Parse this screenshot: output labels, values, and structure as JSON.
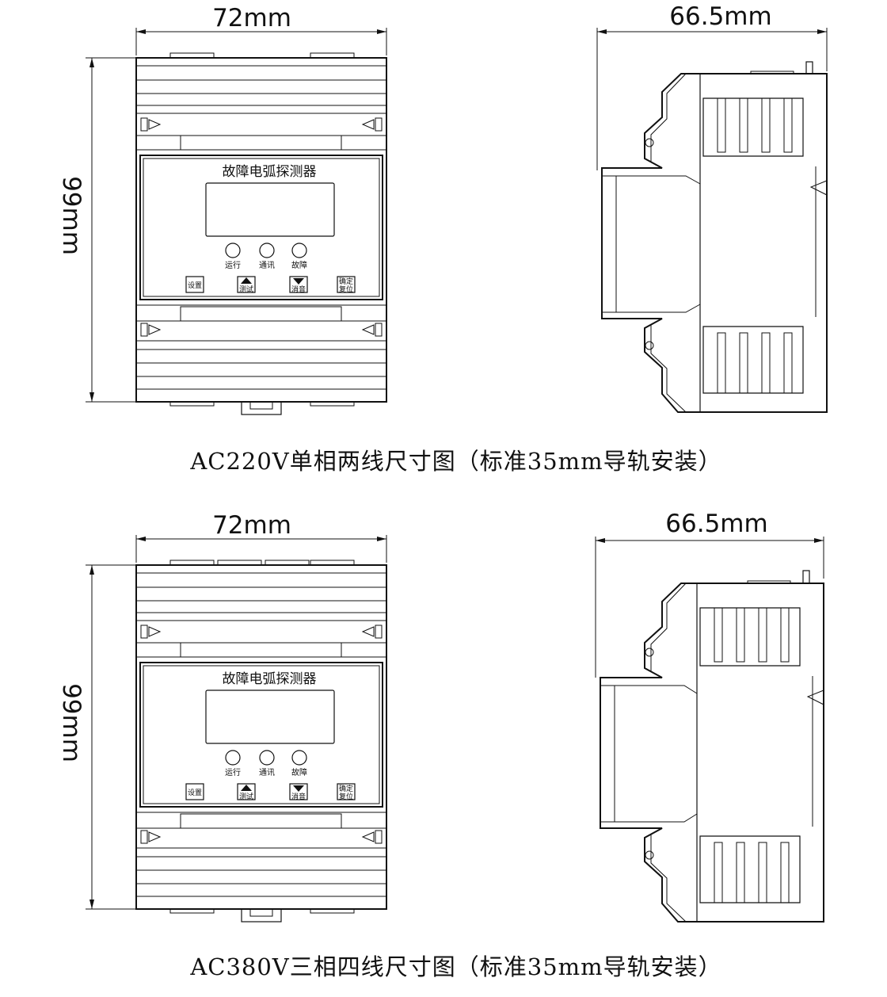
{
  "drawings": [
    {
      "caption": "AC220V单相两线尺寸图（标准35mm导轨安装）",
      "front": {
        "width_label": "72mm",
        "height_label": "99mm",
        "device_title": "故障电弧探测器",
        "indicators": [
          "运行",
          "通讯",
          "故障"
        ],
        "buttons": [
          {
            "label": "设置",
            "label2": "",
            "symbol": ""
          },
          {
            "label": "测试",
            "label2": "",
            "symbol": "up-arrow"
          },
          {
            "label": "消音",
            "label2": "",
            "symbol": "down-arrow"
          },
          {
            "label": "确定",
            "label2": "复位",
            "symbol": ""
          }
        ]
      },
      "side": {
        "depth_label": "66.5mm"
      }
    },
    {
      "caption": "AC380V三相四线尺寸图（标准35mm导轨安装）",
      "front": {
        "width_label": "72mm",
        "height_label": "99mm",
        "device_title": "故障电弧探测器",
        "indicators": [
          "运行",
          "通讯",
          "故障"
        ],
        "buttons": [
          {
            "label": "设置",
            "label2": "",
            "symbol": ""
          },
          {
            "label": "测试",
            "label2": "",
            "symbol": "up-arrow"
          },
          {
            "label": "消音",
            "label2": "",
            "symbol": "down-arrow"
          },
          {
            "label": "确定",
            "label2": "复位",
            "symbol": ""
          }
        ]
      },
      "side": {
        "depth_label": "66.5mm"
      }
    }
  ]
}
